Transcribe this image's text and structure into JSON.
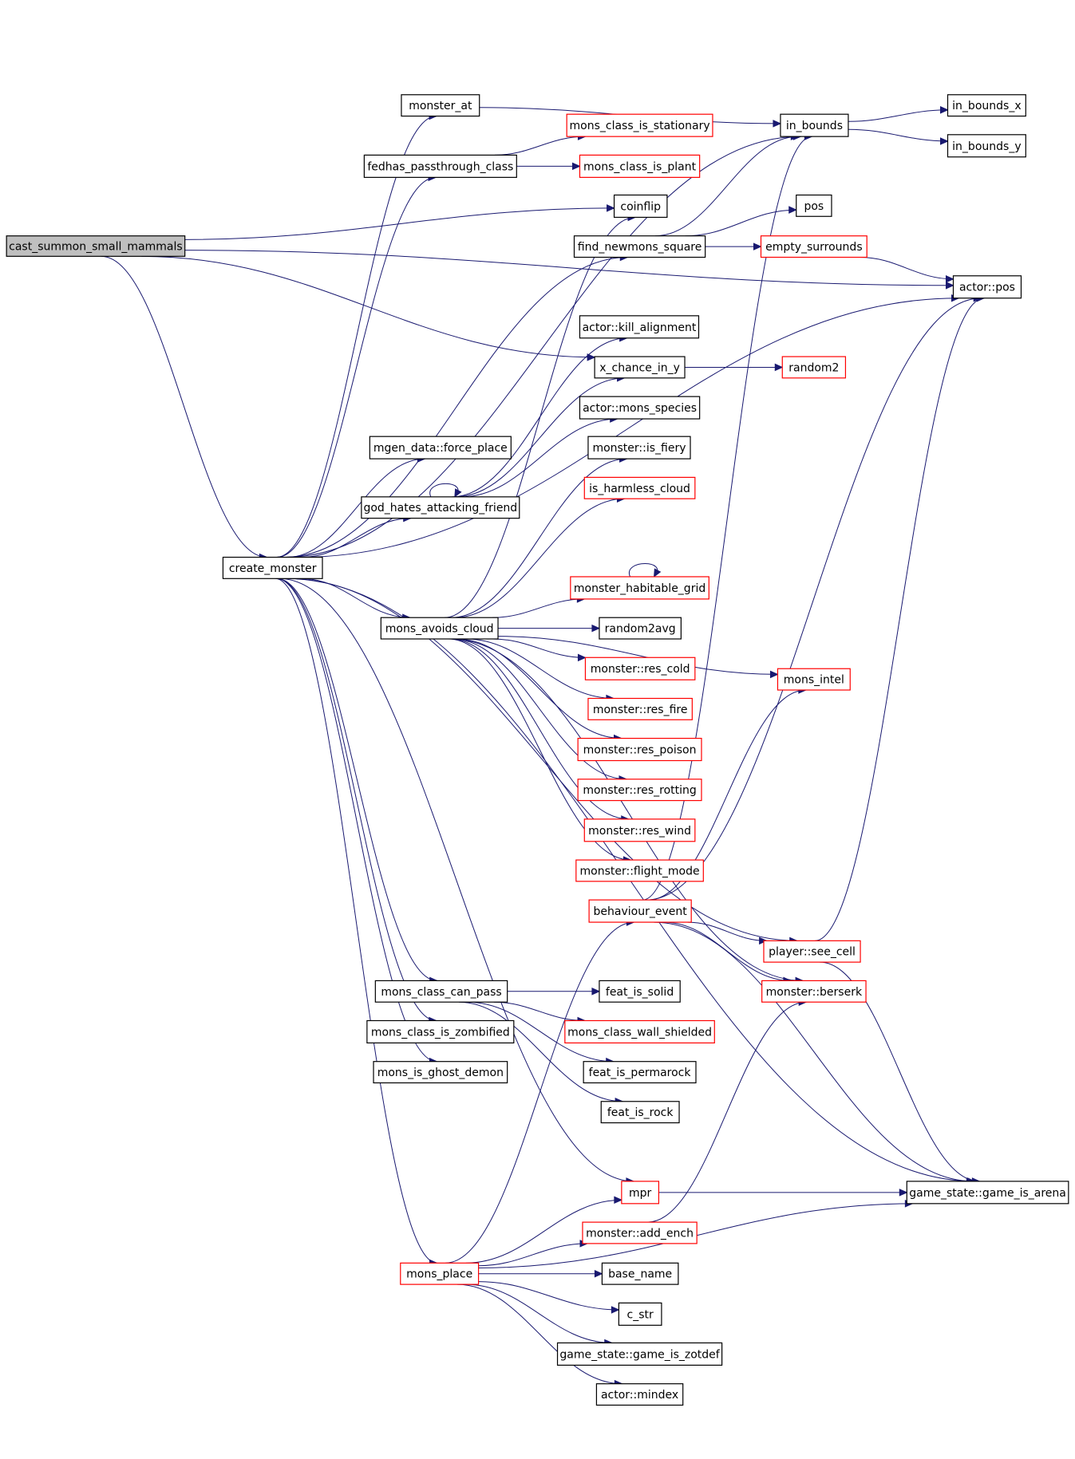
{
  "colors": {
    "edge": "#191970",
    "normal_border": "#000000",
    "truncated_border": "#ff0000",
    "root_fill": "#bfbfbf"
  },
  "nodes": {
    "cast_summon_small_mammals": {
      "label": "cast_summon_small_mammals",
      "style": "root"
    },
    "create_monster": {
      "label": "create_monster",
      "style": "normal"
    },
    "monster_at": {
      "label": "monster_at",
      "style": "normal"
    },
    "fedhas_passthrough_class": {
      "label": "fedhas_passthrough_class",
      "style": "normal"
    },
    "mons_class_is_stationary": {
      "label": "mons_class_is_stationary",
      "style": "red"
    },
    "mons_class_is_plant": {
      "label": "mons_class_is_plant",
      "style": "red"
    },
    "coinflip": {
      "label": "coinflip",
      "style": "normal"
    },
    "find_newmons_square": {
      "label": "find_newmons_square",
      "style": "normal"
    },
    "pos": {
      "label": "pos",
      "style": "normal"
    },
    "empty_surrounds": {
      "label": "empty_surrounds",
      "style": "red"
    },
    "in_bounds": {
      "label": "in_bounds",
      "style": "normal"
    },
    "in_bounds_x": {
      "label": "in_bounds_x",
      "style": "normal"
    },
    "in_bounds_y": {
      "label": "in_bounds_y",
      "style": "normal"
    },
    "actor_pos": {
      "label": "actor::pos",
      "style": "normal"
    },
    "actor_kill_alignment": {
      "label": "actor::kill_alignment",
      "style": "normal"
    },
    "x_chance_in_y": {
      "label": "x_chance_in_y",
      "style": "normal"
    },
    "random2": {
      "label": "random2",
      "style": "red"
    },
    "actor_mons_species": {
      "label": "actor::mons_species",
      "style": "normal"
    },
    "mgen_data_force_place": {
      "label": "mgen_data::force_place",
      "style": "normal"
    },
    "monster_is_fiery": {
      "label": "monster::is_fiery",
      "style": "normal"
    },
    "god_hates_attacking_friend": {
      "label": "god_hates_attacking_friend",
      "style": "normal"
    },
    "is_harmless_cloud": {
      "label": "is_harmless_cloud",
      "style": "red"
    },
    "monster_habitable_grid": {
      "label": "monster_habitable_grid",
      "style": "red"
    },
    "mons_avoids_cloud": {
      "label": "mons_avoids_cloud",
      "style": "normal"
    },
    "random2avg": {
      "label": "random2avg",
      "style": "normal"
    },
    "monster_res_cold": {
      "label": "monster::res_cold",
      "style": "red"
    },
    "mons_intel": {
      "label": "mons_intel",
      "style": "red"
    },
    "monster_res_fire": {
      "label": "monster::res_fire",
      "style": "red"
    },
    "monster_res_poison": {
      "label": "monster::res_poison",
      "style": "red"
    },
    "monster_res_rotting": {
      "label": "monster::res_rotting",
      "style": "red"
    },
    "monster_res_wind": {
      "label": "monster::res_wind",
      "style": "red"
    },
    "monster_flight_mode": {
      "label": "monster::flight_mode",
      "style": "red"
    },
    "behaviour_event": {
      "label": "behaviour_event",
      "style": "red"
    },
    "player_see_cell": {
      "label": "player::see_cell",
      "style": "red"
    },
    "monster_berserk": {
      "label": "monster::berserk",
      "style": "red"
    },
    "mons_class_can_pass": {
      "label": "mons_class_can_pass",
      "style": "normal"
    },
    "feat_is_solid": {
      "label": "feat_is_solid",
      "style": "normal"
    },
    "mons_class_is_zombified": {
      "label": "mons_class_is_zombified",
      "style": "normal"
    },
    "mons_class_wall_shielded": {
      "label": "mons_class_wall_shielded",
      "style": "red"
    },
    "mons_is_ghost_demon": {
      "label": "mons_is_ghost_demon",
      "style": "normal"
    },
    "feat_is_permarock": {
      "label": "feat_is_permarock",
      "style": "normal"
    },
    "feat_is_rock": {
      "label": "feat_is_rock",
      "style": "normal"
    },
    "mpr": {
      "label": "mpr",
      "style": "red"
    },
    "game_state_game_is_arena": {
      "label": "game_state::game_is_arena",
      "style": "normal"
    },
    "monster_add_ench": {
      "label": "monster::add_ench",
      "style": "red"
    },
    "mons_place": {
      "label": "mons_place",
      "style": "red"
    },
    "base_name": {
      "label": "base_name",
      "style": "normal"
    },
    "c_str": {
      "label": "c_str",
      "style": "normal"
    },
    "game_state_game_is_zotdef": {
      "label": "game_state::game_is_zotdef",
      "style": "normal"
    },
    "actor_mindex": {
      "label": "actor::mindex",
      "style": "normal"
    }
  },
  "edges": [
    [
      "cast_summon_small_mammals",
      "actor_pos"
    ],
    [
      "cast_summon_small_mammals",
      "coinflip"
    ],
    [
      "cast_summon_small_mammals",
      "x_chance_in_y"
    ],
    [
      "cast_summon_small_mammals",
      "create_monster"
    ],
    [
      "create_monster",
      "in_bounds"
    ],
    [
      "create_monster",
      "monster_at"
    ],
    [
      "create_monster",
      "fedhas_passthrough_class"
    ],
    [
      "create_monster",
      "find_newmons_square"
    ],
    [
      "create_monster",
      "actor_pos"
    ],
    [
      "create_monster",
      "mgen_data_force_place"
    ],
    [
      "create_monster",
      "god_hates_attacking_friend"
    ],
    [
      "create_monster",
      "mons_avoids_cloud"
    ],
    [
      "create_monster",
      "mons_class_can_pass"
    ],
    [
      "create_monster",
      "mons_class_is_zombified"
    ],
    [
      "create_monster",
      "mons_is_ghost_demon"
    ],
    [
      "create_monster",
      "player_see_cell"
    ],
    [
      "create_monster",
      "mpr"
    ],
    [
      "create_monster",
      "mons_place"
    ],
    [
      "create_monster",
      "game_state_game_is_arena"
    ],
    [
      "monster_at",
      "in_bounds"
    ],
    [
      "fedhas_passthrough_class",
      "mons_class_is_stationary"
    ],
    [
      "fedhas_passthrough_class",
      "mons_class_is_plant"
    ],
    [
      "find_newmons_square",
      "in_bounds"
    ],
    [
      "find_newmons_square",
      "pos"
    ],
    [
      "find_newmons_square",
      "empty_surrounds"
    ],
    [
      "empty_surrounds",
      "actor_pos"
    ],
    [
      "in_bounds",
      "in_bounds_x"
    ],
    [
      "in_bounds",
      "in_bounds_y"
    ],
    [
      "x_chance_in_y",
      "random2"
    ],
    [
      "god_hates_attacking_friend",
      "god_hates_attacking_friend"
    ],
    [
      "god_hates_attacking_friend",
      "actor_kill_alignment"
    ],
    [
      "god_hates_attacking_friend",
      "x_chance_in_y"
    ],
    [
      "god_hates_attacking_friend",
      "actor_mons_species"
    ],
    [
      "mons_avoids_cloud",
      "coinflip"
    ],
    [
      "mons_avoids_cloud",
      "monster_is_fiery"
    ],
    [
      "mons_avoids_cloud",
      "is_harmless_cloud"
    ],
    [
      "mons_avoids_cloud",
      "mons_intel"
    ],
    [
      "mons_avoids_cloud",
      "monster_habitable_grid"
    ],
    [
      "mons_avoids_cloud",
      "random2avg"
    ],
    [
      "mons_avoids_cloud",
      "monster_res_cold"
    ],
    [
      "mons_avoids_cloud",
      "monster_res_fire"
    ],
    [
      "mons_avoids_cloud",
      "monster_res_poison"
    ],
    [
      "mons_avoids_cloud",
      "monster_res_rotting"
    ],
    [
      "mons_avoids_cloud",
      "monster_res_wind"
    ],
    [
      "mons_avoids_cloud",
      "monster_flight_mode"
    ],
    [
      "mons_avoids_cloud",
      "monster_berserk"
    ],
    [
      "monster_habitable_grid",
      "monster_habitable_grid"
    ],
    [
      "behaviour_event",
      "in_bounds"
    ],
    [
      "behaviour_event",
      "mons_intel"
    ],
    [
      "behaviour_event",
      "actor_pos"
    ],
    [
      "behaviour_event",
      "player_see_cell"
    ],
    [
      "behaviour_event",
      "monster_berserk"
    ],
    [
      "behaviour_event",
      "game_state_game_is_arena"
    ],
    [
      "player_see_cell",
      "actor_pos"
    ],
    [
      "player_see_cell",
      "game_state_game_is_arena"
    ],
    [
      "mons_class_can_pass",
      "feat_is_solid"
    ],
    [
      "mons_class_can_pass",
      "mons_class_wall_shielded"
    ],
    [
      "mons_class_can_pass",
      "feat_is_permarock"
    ],
    [
      "mons_class_can_pass",
      "feat_is_rock"
    ],
    [
      "mpr",
      "game_state_game_is_arena"
    ],
    [
      "monster_add_ench",
      "monster_berserk"
    ],
    [
      "mons_place",
      "behaviour_event"
    ],
    [
      "mons_place",
      "mpr"
    ],
    [
      "mons_place",
      "monster_add_ench"
    ],
    [
      "mons_place",
      "base_name"
    ],
    [
      "mons_place",
      "c_str"
    ],
    [
      "mons_place",
      "game_state_game_is_zotdef"
    ],
    [
      "mons_place",
      "actor_mindex"
    ],
    [
      "mons_place",
      "game_state_game_is_arena"
    ]
  ]
}
